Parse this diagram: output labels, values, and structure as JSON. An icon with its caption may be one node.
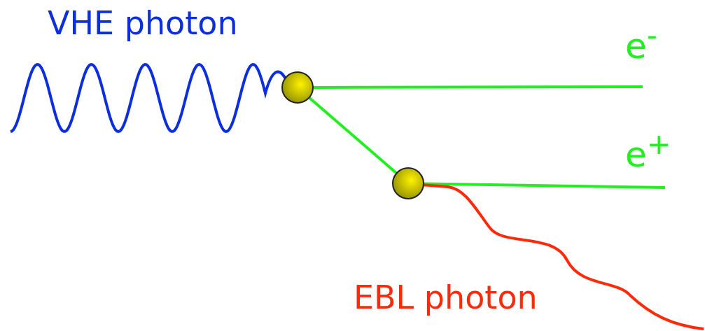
{
  "diagram": {
    "nodes": [
      {
        "text": [],
        "shape": "circle"
      },
      {
        "text": [],
        "shape": "circle"
      }
    ],
    "edges": [
      {
        "from": null,
        "to": 0,
        "arrow": "none",
        "label": "VHE photon",
        "color": "#0b2ee0"
      },
      {
        "from": 0,
        "to": null,
        "arrow": "none",
        "label": "e$^{-}$"
      },
      {
        "from": 0,
        "to": 1,
        "arrow": "none"
      },
      {
        "from": 1,
        "to": null,
        "arrow": "none",
        "label": "e$^{+}$"
      },
      {
        "from": null,
        "to": 1,
        "arrow": "none",
        "label": "EBL photon",
        "color": "#ff2a0a"
      }
    ]
  }
}
